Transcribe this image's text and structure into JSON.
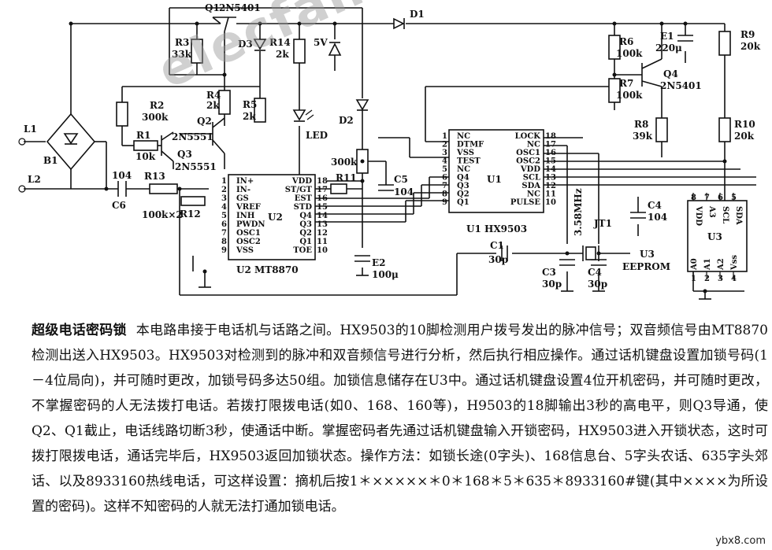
{
  "schematic": {
    "terminals": [
      "L1",
      "L2"
    ],
    "bridge": "B1",
    "cap_104": "104",
    "cap_C6": "C6",
    "R13": "R13",
    "R12": "R12",
    "r_pair": "100k×2",
    "R1": "R1",
    "R1_val": "10k",
    "R2": "R2",
    "R2_val": "300k",
    "R3": "R3",
    "R3_val": "33k",
    "R4": "R4",
    "R4_val": "2k",
    "R5": "R5",
    "R5_val": "2k",
    "R14": "R14",
    "R14_val": "2k",
    "R11": "R11",
    "R6": "R6",
    "R6_val": "100k",
    "R7": "R7",
    "R7_val": "100k",
    "R8": "R8",
    "R8_val": "39k",
    "R9": "R9",
    "R9_val": "20k",
    "R10": "R10",
    "R10_val": "20k",
    "r_300k": "300k",
    "Q1": "Q1",
    "Q1_type": "2N5401",
    "Q2": "Q2",
    "Q2_type": "2N5551",
    "Q3": "Q3",
    "Q3_type": "2N5551",
    "Q4": "Q4",
    "Q4_type": "2N5401",
    "D1": "D1",
    "D2": "D2",
    "D3": "D3",
    "zener": "5V",
    "led": "LED",
    "C5": "C5",
    "C5_val": "104",
    "C4_right": "C4",
    "C4_right_val": "104",
    "E1": "E1",
    "E1_val": "220μ",
    "E2": "E2",
    "E2_val": "100μ",
    "C1": "C1",
    "C1_val": "30p",
    "C3": "C3",
    "C3_val": "30p",
    "C4": "C4",
    "C4_val": "30p",
    "JT1": "JT1",
    "crystal": "3.58MHz",
    "U2": {
      "name": "U2",
      "caption": "U2   MT8870",
      "left_pins": [
        "IN+",
        "IN-",
        "GS",
        "VREF",
        "INH",
        "PWDN",
        "OSC1",
        "OSC2",
        "VSS"
      ],
      "left_nums": [
        "1",
        "2",
        "3",
        "4",
        "5",
        "6",
        "7",
        "8",
        "9"
      ],
      "right_pins": [
        "VDD",
        "ST/GT",
        "EST",
        "STD",
        "Q4",
        "Q3",
        "Q2",
        "Q1",
        "TOE"
      ],
      "right_nums": [
        "18",
        "17",
        "16",
        "15",
        "14",
        "13",
        "12",
        "11",
        "10"
      ]
    },
    "U1": {
      "name": "U1",
      "caption": "U1   HX9503",
      "left_pins": [
        "NC",
        "DTMF",
        "VSS",
        "TEST",
        "NC",
        "Q4",
        "Q3",
        "Q2",
        "Q1"
      ],
      "left_nums": [
        "1",
        "2",
        "3",
        "4",
        "5",
        "6",
        "7",
        "8",
        "9"
      ],
      "right_pins": [
        "LOCK",
        "NC",
        "OSC1",
        "OSC2",
        "VDD",
        "SCL",
        "SDA",
        "NC",
        "PULSE"
      ],
      "right_nums": [
        "18",
        "17",
        "16",
        "15",
        "14",
        "13",
        "12",
        "11",
        "10"
      ]
    },
    "U3": {
      "name": "U3",
      "caption_top": "U3",
      "caption_bottom": "EEPROM",
      "top_pins": [
        "VDD",
        "A3",
        "SCL",
        "SDA"
      ],
      "top_nums": [
        "8",
        "7",
        "6",
        "5"
      ],
      "bottom_pins": [
        "A0",
        "A1",
        "A2",
        "Vss"
      ],
      "bottom_nums": [
        "1",
        "2",
        "3",
        "4"
      ]
    }
  },
  "watermark": "elecfans.com",
  "description": {
    "title": "超级电话密码锁",
    "body": "本电路串接于电话机与话路之间。HX9503的10脚检测用户拨号发出的脉冲信号；双音频信号由MT8870检测出送入HX9503。HX9503对检测到的脉冲和双音频信号进行分析，然后执行相应操作。通过话机键盘设置加锁号码(1－4位局向)，并可随时更改，加锁号码多达50组。加锁信息储存在U3中。通过话机键盘设置4位开机密码，并可随时更改，不掌握密码的人无法拨打电话。若拨打限拨电话(如0、168、160等)，H9503的18脚输出3秒的高电平，则Q3导通，使Q2、Q1截止，电话线路切断3秒，使通话中断。掌握密码者先通过话机键盘输入开锁密码，HX9503进入开锁状态，这时可拨打限拨电话，通话完毕后，HX9503返回加锁状态。操作方法：如锁长途(0字头)、168信息台、5字头农话、635字头郊话、以及8933160热线电话，可这样设置：摘机后按1＊×××××＊0＊168＊5＊635＊8933160#键(其中××××为所设置的密码)。这样不知密码的人就无法打通加锁电话。"
  },
  "site_mark": "ybx8.com"
}
